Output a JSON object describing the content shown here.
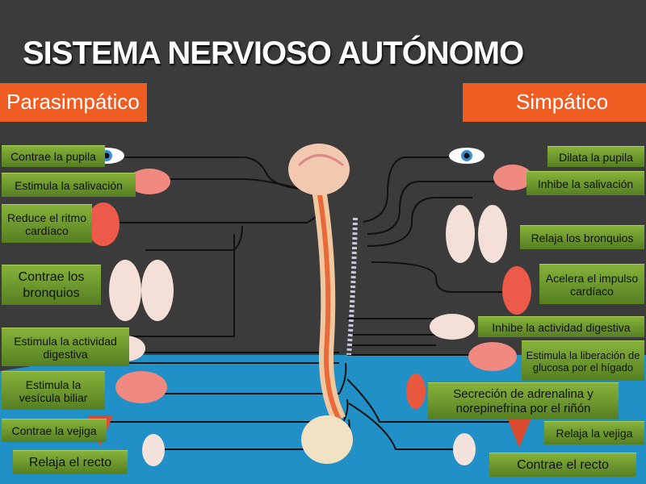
{
  "title": "SISTEMA NERVIOSO AUTÓNOMO",
  "parasympathetic": {
    "header": "Parasimpático",
    "effects": [
      "Contrae la pupila",
      "Estimula la salivación",
      "Reduce el ritmo cardíaco",
      "Contrae los bronquios",
      "Estimula la actividad digestiva",
      "Estimula la vesícula biliar",
      "Contrae la vejiga",
      "Relaja el recto"
    ]
  },
  "sympathetic": {
    "header": "Simpático",
    "effects": [
      "Dilata la pupila",
      "Inhibe la salivación",
      "Relaja los bronquios",
      "Acelera el impulso cardíaco",
      "Inhibe la actividad digestiva",
      "Estimula la liberación de glucosa por el hígado",
      "Secreción de adrenalina y norepinefrina por el riñón",
      "Relaja la vejiga",
      "Contrae el recto"
    ]
  },
  "colors": {
    "background": "#3b3b3b",
    "lower_band": "#2190c6",
    "header": "#f05d22",
    "label_green": "#6f9a2c"
  }
}
